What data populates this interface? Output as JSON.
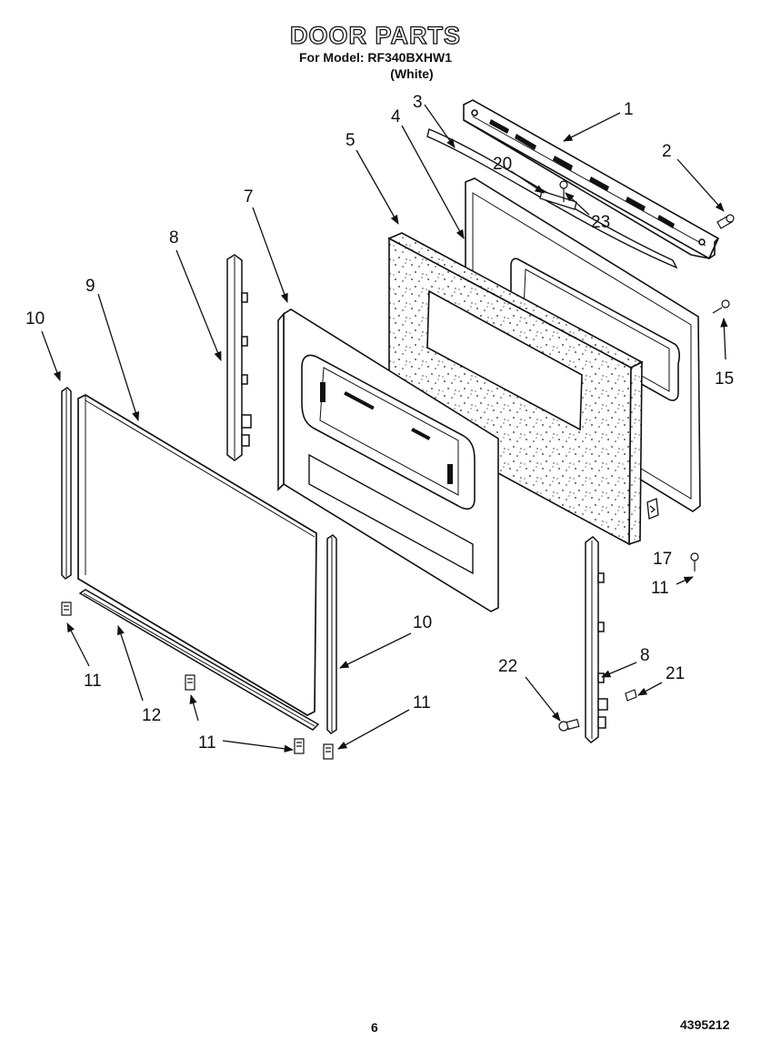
{
  "header": {
    "title": "DOOR PARTS",
    "model_line": "For Model: RF340BXHW1",
    "color_line": "(White)"
  },
  "footer": {
    "page_number": "6",
    "document_code": "4395212"
  },
  "callouts": {
    "c1": "1",
    "c2": "2",
    "c3": "3",
    "c4": "4",
    "c5": "5",
    "c7": "7",
    "c8a": "8",
    "c8b": "8",
    "c9": "9",
    "c10a": "10",
    "c10b": "10",
    "c11a": "11",
    "c11b": "11",
    "c11c": "11",
    "c11d": "11",
    "c12": "12",
    "c15": "15",
    "c17": "17",
    "c20": "20",
    "c21": "21",
    "c22": "22",
    "c23": "23"
  }
}
